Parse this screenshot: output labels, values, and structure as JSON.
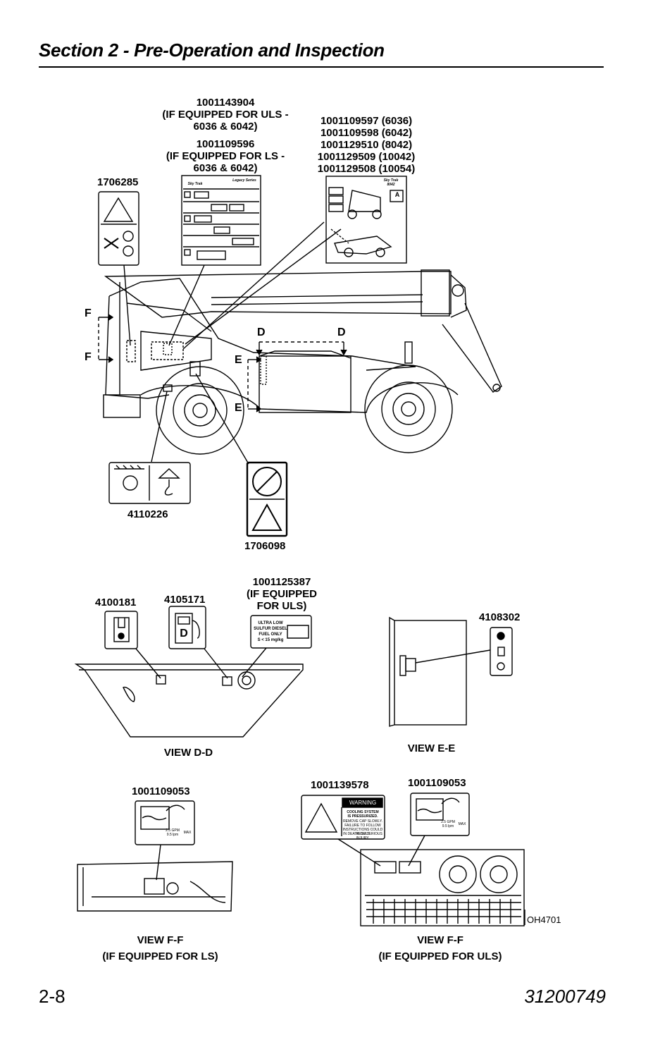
{
  "header": {
    "title": "Section 2 - Pre-Operation and Inspection"
  },
  "footer": {
    "page_number": "2-8",
    "doc_number": "31200749"
  },
  "decal_labels": {
    "uls_ls_decal": "1001143904\n(IF EQUIPPED FOR ULS -\n6036 & 6042)",
    "ls_decal": "1001109596\n(IF EQUIPPED FOR LS -\n6036 & 6042)",
    "model_decals": "1001109597 (6036)\n1001109598 (6042)\n1001129510 (8042)\n1001129509 (10042)\n1001129508 (10054)",
    "d1706285": "1706285",
    "d4110226": "4110226",
    "d1706098": "1706098",
    "d4100181": "4100181",
    "d4105171": "4105171",
    "d1001125387": "1001125387\n(IF EQUIPPED\nFOR ULS)",
    "d4108302": "4108302",
    "d1001109053_ls": "1001109053",
    "d1001139578": "1001139578",
    "d1001109053_uls": "1001109053"
  },
  "section_markers": {
    "f_top": "F",
    "f_bottom": "F",
    "d_left": "D",
    "d_right": "D",
    "e_top": "E",
    "e_bottom": "E"
  },
  "decal_text": {
    "brand": "Sky Trak",
    "brand2": "Legacy Series",
    "model": "8042",
    "model_badge": "A",
    "fuel_line1": "ULTRA LOW",
    "fuel_line2": "SULFUR DIESEL",
    "fuel_line3": "FUEL ONLY",
    "fuel_line4": "S < 15 mg/kg",
    "fuel_pump_letter": "D",
    "gpm_1": "2.5 GPM",
    "lpm_1": "9.5 lpm",
    "max_1": "MAX",
    "gpm_2": "2.5 GPM",
    "lpm_2": "9.5 lpm",
    "max_2": "MAX",
    "warning_word": "WARNING",
    "warning_line1": "COOLING SYSTEM",
    "warning_line2": "IS PRESSURIZED.",
    "warning_line3": "REMOVE CAP SLOWLY.",
    "warning_line4": "FAILURE TO FOLLOW",
    "warning_line5": "INSTRUCTIONS COULD RESULT",
    "warning_line6": "IN DEATH OR SERIOUS INJURY."
  },
  "view_labels": {
    "view_dd": "VIEW D-D",
    "view_ee": "VIEW E-E",
    "view_ff_ls_1": "VIEW F-F",
    "view_ff_ls_2": "(IF EQUIPPED FOR LS)",
    "view_ff_uls_1": "VIEW F-F",
    "view_ff_uls_2": "(IF EQUIPPED FOR ULS)"
  },
  "figure_id": "OH4701"
}
